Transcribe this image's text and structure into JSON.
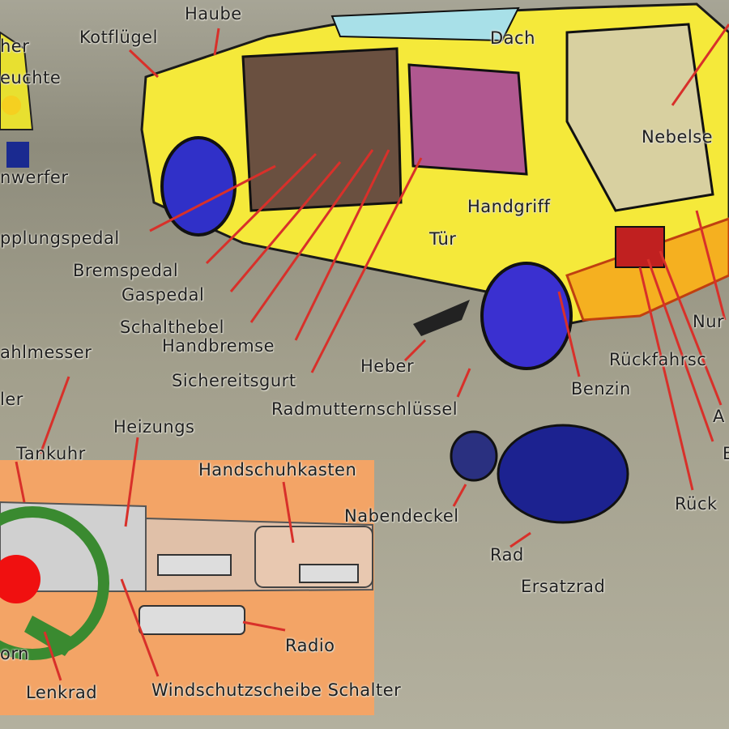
{
  "colors": {
    "background": "#9c9a8a",
    "car_body": "#f5e93a",
    "dashboard": "#f3a466",
    "wheel": "#2a2ac0",
    "pointer_line": "#d8302a",
    "label_text": "#1e1e1e"
  },
  "labels": {
    "haube": "Haube",
    "kotfluegel": "Kotflügel",
    "dach": "Dach",
    "scheinwerfer_partial": "her",
    "leuchte_partial": "euchte",
    "nebelse": "Nebelse",
    "scheinwerfer": "nwerfer",
    "handgriff": "Handgriff",
    "tuer": "Tür",
    "kupplungspedal": "pplungspedal",
    "bremspedal": "Bremspedal",
    "gaspedal": "Gaspedal",
    "schalthebel": "Schalthebel",
    "handbremse": "Handbremse",
    "drehzahlmesser": "ahlmesser",
    "sicherheitsgurt": "Sichereitsgurt",
    "heber": "Heber",
    "radmutternschluessel": "Radmutternschlüssel",
    "benzin": "Benzin",
    "rueckfahrscheinwerfer": "Rückfahrsc",
    "nummernschild": "Nur",
    "a_label": "A",
    "b_label": "B",
    "rueck": "Rück",
    "tacho_partial": "ler",
    "heizungs": "Heizungs",
    "tankuhr": "Tankuhr",
    "handschuhkasten": "Handschuhkasten",
    "nabendeckel": "Nabendeckel",
    "rad": "Rad",
    "ersatzrad": "Ersatzrad",
    "radio": "Radio",
    "horn": "orn",
    "lenkrad": "Lenkrad",
    "windschutzscheibe_schalter": "Windschutzscheibe Schalter"
  }
}
